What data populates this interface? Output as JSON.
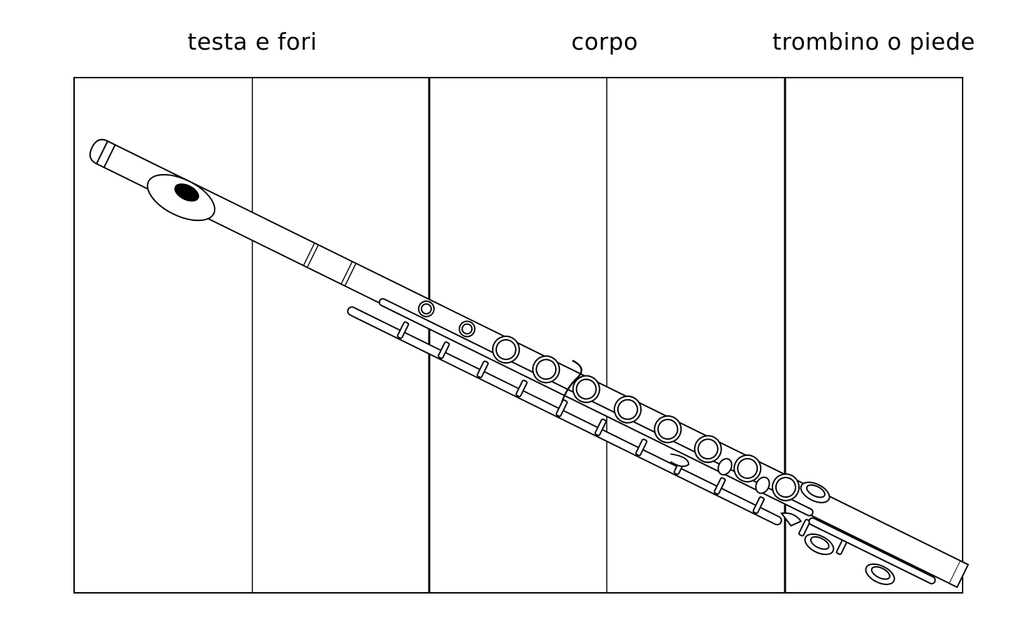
{
  "labels": {
    "head": "testa e fori",
    "body": "corpo",
    "foot": "trombino o piede"
  },
  "colors": {
    "line": "#000000",
    "background": "#ffffff",
    "embouchure_hole": "#000000"
  },
  "icons": {
    "instrument": "flute-icon"
  }
}
